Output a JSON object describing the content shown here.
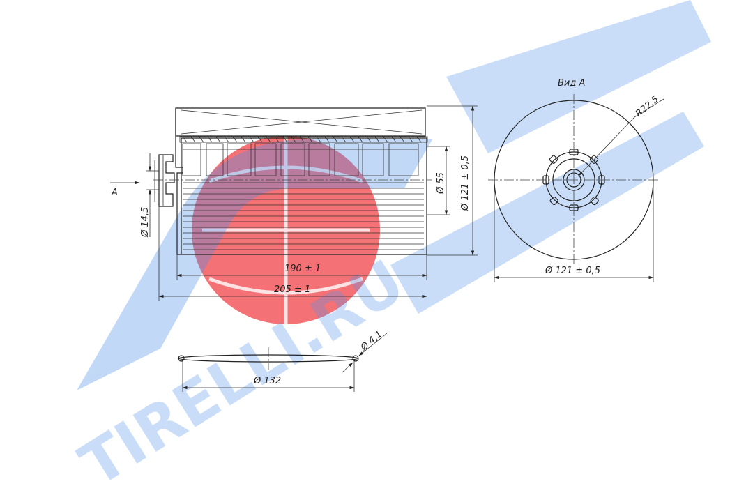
{
  "dimensions": {
    "length_inner": "190 ± 1",
    "length_total": "205 ± 1",
    "diameter_outer_side": "Ø 121 ± 0,5",
    "diameter_inner": "Ø 55",
    "diameter_port": "Ø 14,5",
    "diameter_outer_front": "Ø 121 ± 0,5",
    "radius": "R22,5",
    "gasket_diameter": "Ø 132",
    "gasket_section": "Ø 4,1"
  },
  "labels": {
    "view_label": "Вид A",
    "section_marker": "A"
  },
  "watermark": {
    "text": "TIRELLI.RU",
    "colors": {
      "blue": "#1a6fe0",
      "red": "#e8252a"
    }
  }
}
